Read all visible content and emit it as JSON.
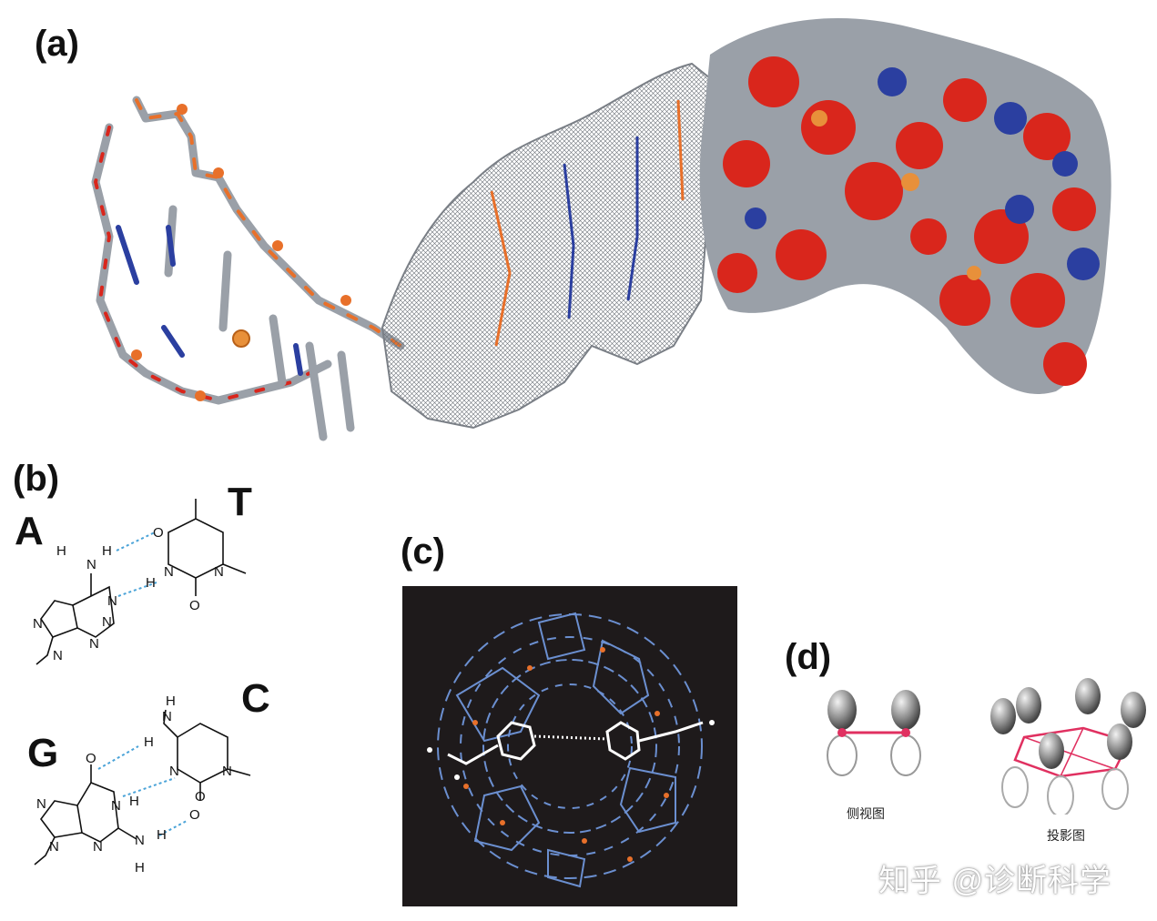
{
  "panels": {
    "a": {
      "label": "(a)"
    },
    "b": {
      "label": "(b)",
      "pair1": {
        "left": "A",
        "right": "T"
      },
      "pair2": {
        "left": "G",
        "right": "C"
      },
      "atoms": {
        "N": "N",
        "H": "H",
        "O": "O"
      }
    },
    "c": {
      "label": "(c)"
    },
    "d": {
      "label": "(d)",
      "side_caption": "侧视图",
      "projection_caption": "投影图"
    }
  },
  "watermark": "知乎 @诊断科学",
  "colors": {
    "phosphate": "#e8702a",
    "oxygen": "#d9261c",
    "nitrogen": "#2b3fa0",
    "carbon": "#9aa0a8",
    "hbond": "#4aa3d8",
    "bond_red": "#e03060",
    "crystal_bg": "#1e1a1b",
    "crystal_stick": "#6b8fd0"
  }
}
